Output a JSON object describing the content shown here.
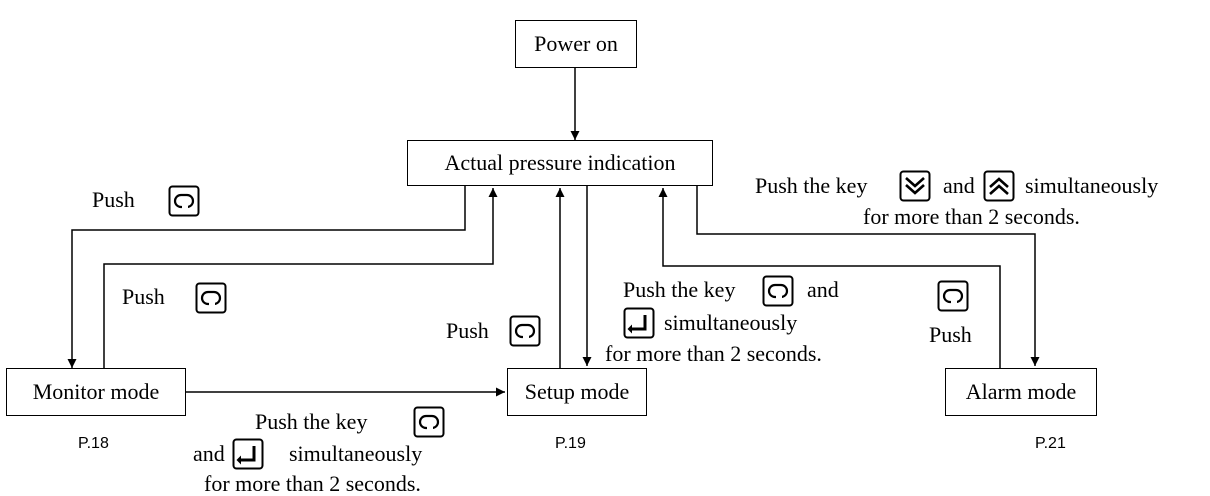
{
  "nodes": {
    "power_on": "Power on",
    "actual": "Actual pressure indication",
    "monitor": "Monitor mode",
    "setup": "Setup mode",
    "alarm": "Alarm mode"
  },
  "pages": {
    "monitor": "P.18",
    "setup": "P.19",
    "alarm": "P.21"
  },
  "labels": {
    "push": "Push",
    "push_the_key": "Push the key",
    "and": "and",
    "simultaneously": "simultaneously",
    "more_than_2s": "for more than 2 seconds."
  },
  "key_icons": [
    "mode-key-icon",
    "set-key-icon",
    "down-key-icon",
    "up-key-icon"
  ]
}
